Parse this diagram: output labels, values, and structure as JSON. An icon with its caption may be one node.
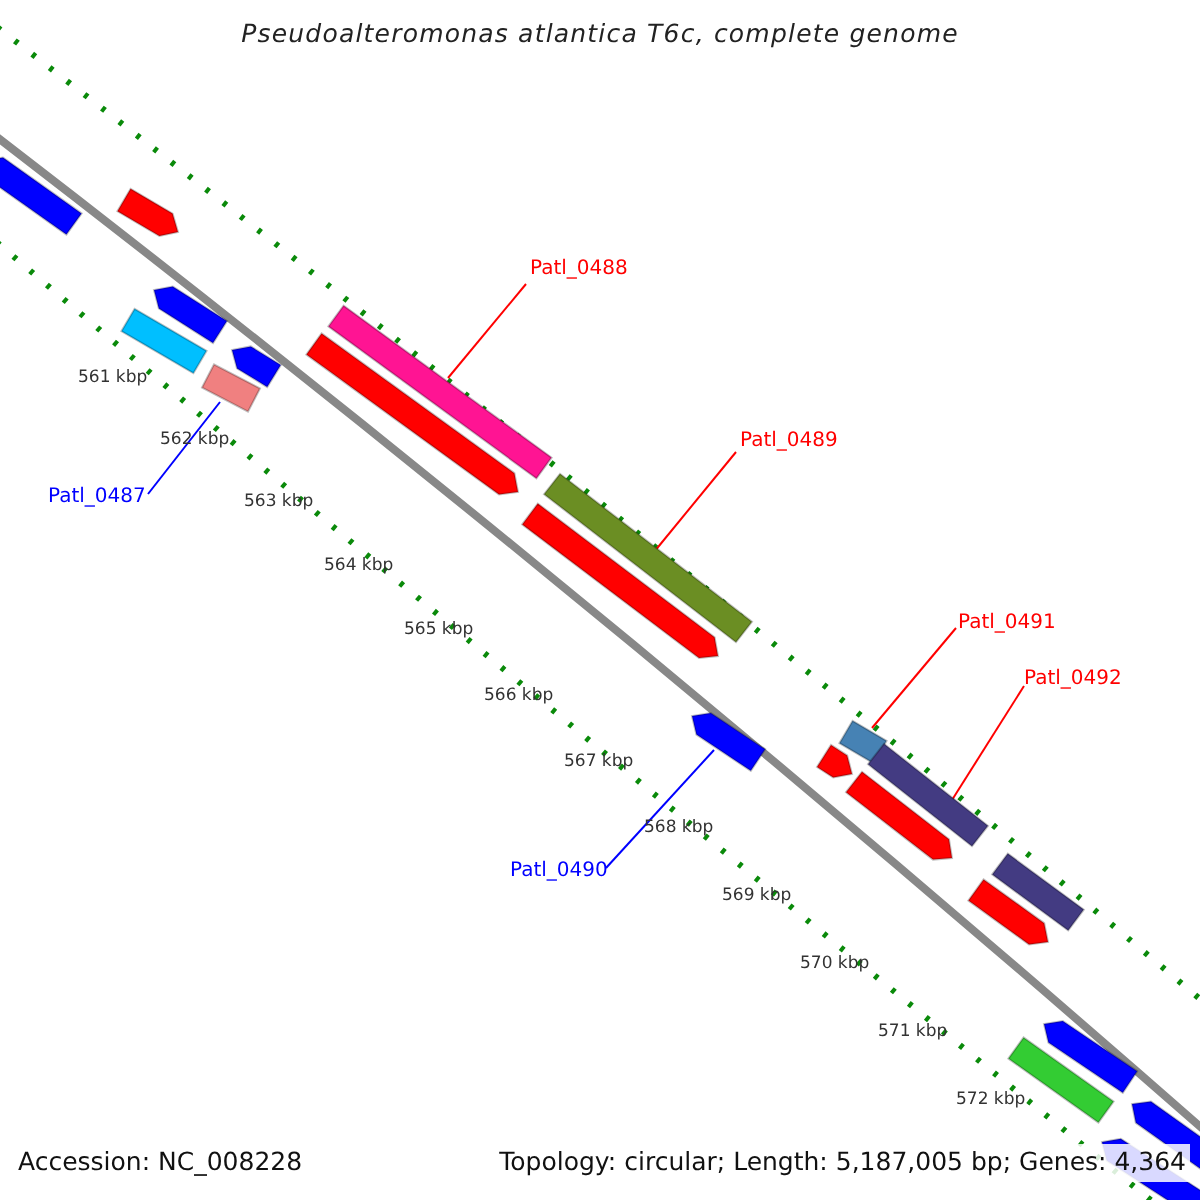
{
  "diagram": {
    "title": "Pseudoalteromonas atlantica T6c, complete genome",
    "nodes": [
      {
        "text": [
          "Patl_0488"
        ]
      },
      {
        "text": [],
        "shape": "bar"
      },
      {
        "text": [
          "Patl_0489"
        ]
      },
      {
        "text": [],
        "shape": "bar"
      },
      {
        "text": [
          "Patl_0487"
        ]
      },
      {
        "text": [],
        "shape": "bar"
      },
      {
        "text": [
          "Patl_0491"
        ]
      },
      {
        "text": [],
        "shape": "bar"
      },
      {
        "text": [
          "Patl_0492"
        ]
      },
      {
        "text": [],
        "shape": "bar"
      },
      {
        "text": [
          "Patl_0490"
        ]
      },
      {
        "text": [],
        "shape": "arrow"
      },
      {
        "text": [],
        "shape": "arrow"
      },
      {
        "text": [],
        "shape": "arrow"
      },
      {
        "text": [],
        "shape": "arrow"
      },
      {
        "text": [],
        "shape": "bar"
      },
      {
        "text": [],
        "shape": "arrow"
      },
      {
        "text": [],
        "shape": "arrow"
      },
      {
        "text": [],
        "shape": "arrow"
      },
      {
        "text": [],
        "shape": "arrow"
      },
      {
        "text": [],
        "shape": "arrow"
      },
      {
        "text": [],
        "shape": "bar"
      },
      {
        "text": [],
        "shape": "arrow"
      },
      {
        "text": [],
        "shape": "arrow"
      },
      {
        "text": [],
        "shape": "bar"
      },
      {
        "text": [],
        "shape": "arrow"
      },
      {
        "text": [],
        "shape": "arrow"
      }
    ],
    "edges": [
      {
        "from": 0,
        "to": 1,
        "arrow": "none"
      },
      {
        "from": 2,
        "to": 3,
        "arrow": "none"
      },
      {
        "from": 4,
        "to": 5,
        "arrow": "none",
        "color": "#0000ff"
      },
      {
        "from": 6,
        "to": 7,
        "arrow": "none"
      },
      {
        "from": 8,
        "to": 9,
        "arrow": "none"
      },
      {
        "from": 10,
        "to": 11,
        "arrow": "none",
        "color": "#0000ff"
      }
    ],
    "labels": [
      "561 kbp",
      "562 kbp",
      "563 kbp",
      "564 kbp",
      "565 kbp",
      "566 kbp",
      "567 kbp",
      "568 kbp",
      "569 kbp",
      "570 kbp",
      "571 kbp",
      "572 kbp",
      "Accession: NC_008228",
      "Topology: circular; Length: 5,187,005 bp; Genes: 4,364"
    ]
  }
}
